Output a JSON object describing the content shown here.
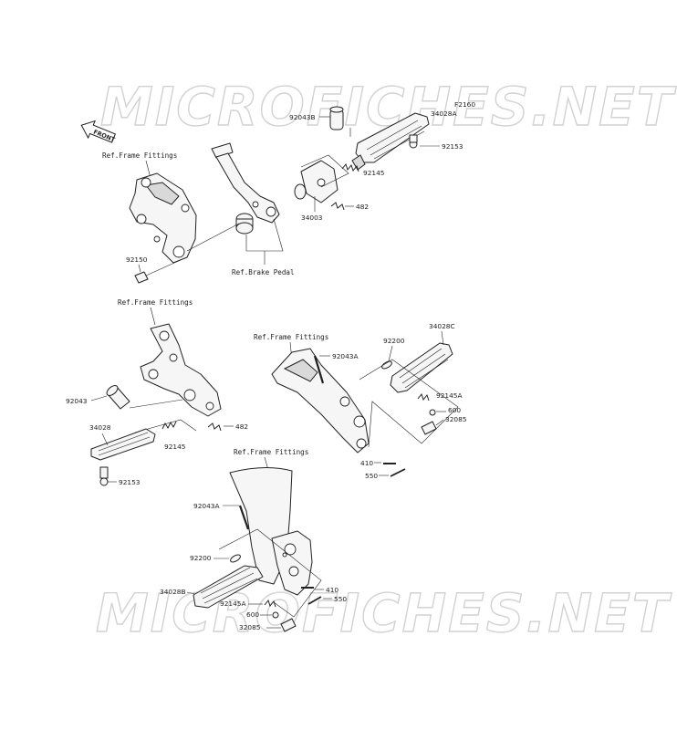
{
  "watermark": "MICROFICHES.NET",
  "diagram_code": "F2160",
  "front_label": "FRONT",
  "refs": {
    "frame_fittings": "Ref.Frame Fittings",
    "brake_pedal": "Ref.Brake Pedal"
  },
  "parts": {
    "p92043B": "92043B",
    "p34028A": "34028A",
    "p92153_top": "92153",
    "p92145_top": "92145",
    "p482_top": "482",
    "p34003": "34003",
    "p92150": "92150",
    "p92043_left": "92043",
    "p34028_left": "34028",
    "p92145_left": "92145",
    "p482_left": "482",
    "p92153_left": "92153",
    "p92043A_right": "92043A",
    "p92200_right": "92200",
    "p34028C": "34028C",
    "p92145A_right": "92145A",
    "p600_right": "600",
    "p32085_right": "32085",
    "p410_right": "410",
    "p550_right": "550",
    "p92043A_bottom": "92043A",
    "p92200_bottom": "92200",
    "p34028B": "34028B",
    "p92145A_bottom": "92145A",
    "p600_bottom": "600",
    "p32085_bottom": "32085",
    "p410_bottom": "410",
    "p550_bottom": "550"
  }
}
